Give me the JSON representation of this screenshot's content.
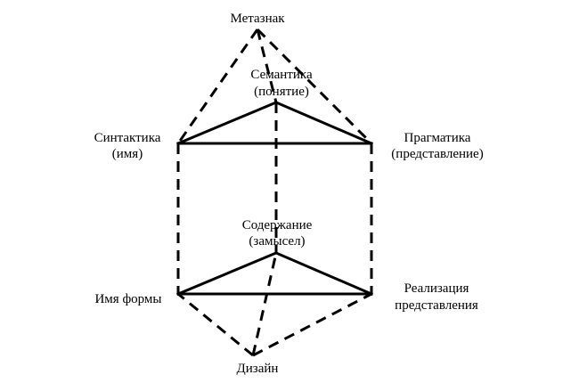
{
  "labels": {
    "metaznak": "Метазнак",
    "semantika": "Семантика",
    "semantika_sub": "(понятие)",
    "sintaktika": "Синтактика",
    "sintaktika_sub": "(имя)",
    "pragmatika": "Прагматика",
    "pragmatika_sub": "(представление)",
    "soderzhanie": "Содержание",
    "soderzhanie_sub": "(замысел)",
    "imya_formy": "Имя формы",
    "realizatsiya": "Реализация",
    "realizatsiya_sub": "представления",
    "dizain": "Дизайн"
  },
  "colors": {
    "line": "#000000",
    "background": "#ffffff"
  }
}
